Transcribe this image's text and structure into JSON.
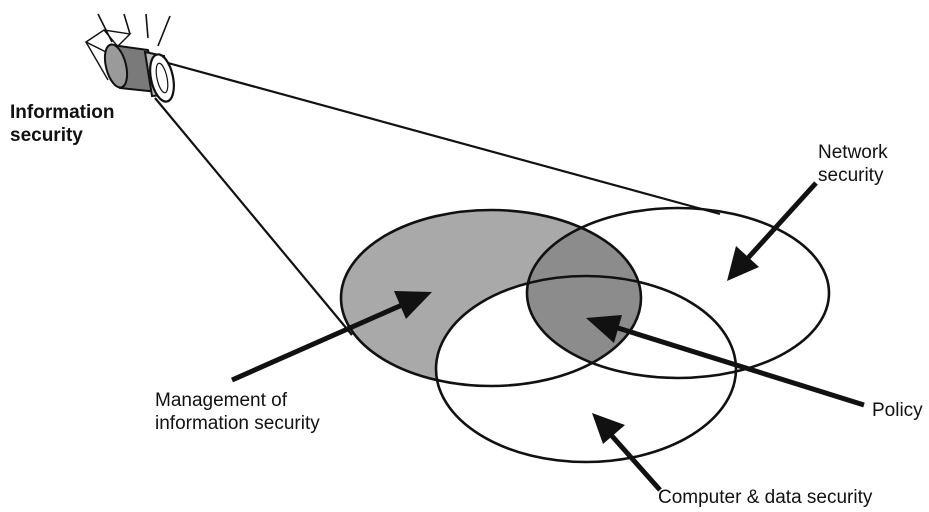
{
  "labels": {
    "information_security": [
      "Information",
      "security"
    ],
    "network_security": [
      "Network",
      "security"
    ],
    "management": [
      "Management of",
      "information security"
    ],
    "policy": "Policy",
    "computer_data": "Computer & data security"
  },
  "colors": {
    "stroke": "#111111",
    "management_fill": "#a9a9a9",
    "policy_fill": "#8c8c8c",
    "camera_fill": "#8a8a8a"
  },
  "icons": {
    "camera": "security-camera-icon"
  }
}
